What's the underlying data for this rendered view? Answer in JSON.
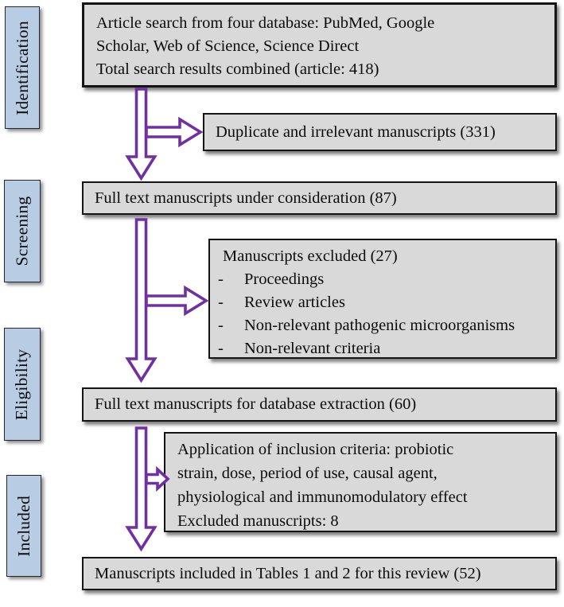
{
  "colors": {
    "arrow_purple": "#7030a0",
    "box_fill_gray": "#d9d9d9",
    "stage_label_fill_blue": "#b8cce4",
    "border_black": "#141414"
  },
  "stages": {
    "identification": "Identification",
    "screening": "Screening",
    "eligibility": "Eligibility",
    "included": "Included"
  },
  "boxes": {
    "search": {
      "lines": [
        "Article search from four database: PubMed, Google",
        "Scholar, Web of Science, Science Direct",
        "Total search results combined (article: 418)"
      ]
    },
    "duplicates": {
      "text": "Duplicate and irrelevant manuscripts (331)"
    },
    "fulltext_consideration": {
      "text": "Full text manuscripts under consideration (87)"
    },
    "excluded": {
      "title": "Manuscripts excluded (27)",
      "bullet": "-",
      "items": [
        "Proceedings",
        "Review articles",
        "Non-relevant pathogenic microorganisms",
        "Non-relevant criteria"
      ]
    },
    "fulltext_extraction": {
      "text": "Full text manuscripts for database extraction (60)"
    },
    "inclusion_criteria": {
      "lines": [
        "Application of inclusion criteria: probiotic",
        "strain, dose, period of use, causal agent,",
        "physiological and immunomodulatory effect",
        "Excluded manuscripts: 8"
      ]
    },
    "included_final": {
      "text": "Manuscripts included in Tables 1 and 2 for this review (52)"
    }
  }
}
